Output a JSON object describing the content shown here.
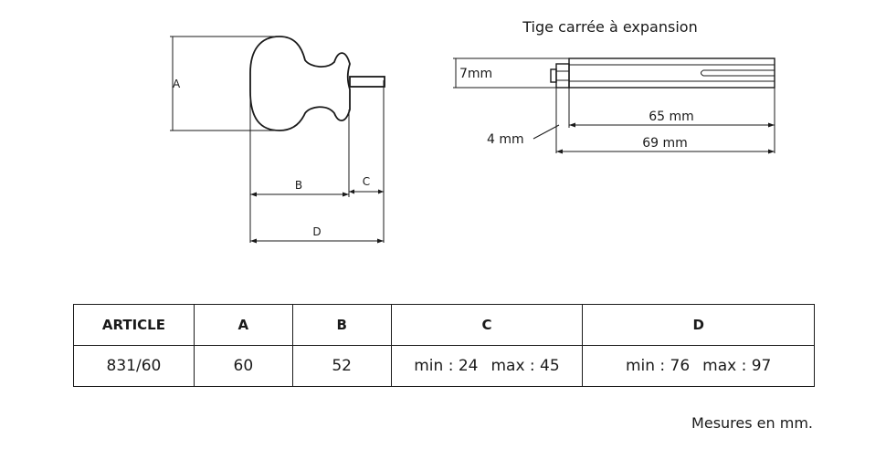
{
  "diagram": {
    "knob_labels": {
      "a": "A",
      "b": "B",
      "c": "C",
      "d": "D"
    },
    "rod": {
      "title": "Tige carrée à expansion",
      "dim_width": "7mm",
      "dim_thread": "4 mm",
      "dim_square": "65 mm",
      "dim_total": "69 mm"
    }
  },
  "table": {
    "headers": [
      "ARTICLE",
      "A",
      "B",
      "C",
      "D"
    ],
    "row": {
      "article": "831/60",
      "a": "60",
      "b": "52",
      "c_min": "min : 24",
      "c_max": "max : 45",
      "d_min": "min : 76",
      "d_max": "max : 97"
    }
  },
  "footnote": "Mesures en mm."
}
